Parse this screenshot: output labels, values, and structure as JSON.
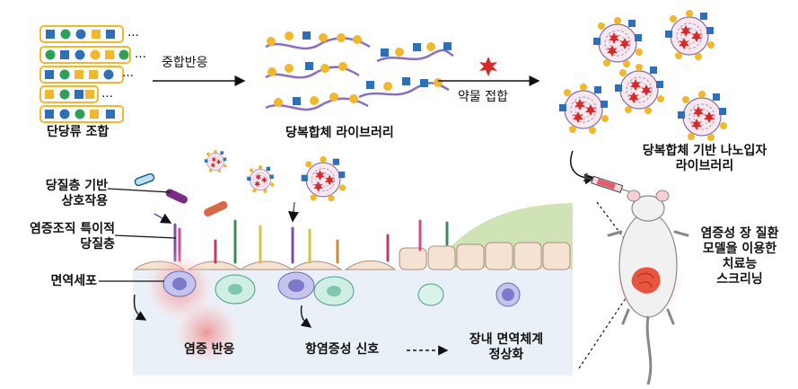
{
  "labels": {
    "monosaccharide": "단당류 조합",
    "polymerization": "중합반응",
    "glycopolymer_library": "당복합체 라이브러리",
    "drug_conjugation": "약물 접합",
    "nanoparticle_library_line1": "당복합체 기반 나노입자",
    "nanoparticle_library_line2": "라이브러리",
    "glycocalyx_interaction_line1": "당질층 기반",
    "glycocalyx_interaction_line2": "상호작용",
    "inflamed_glycocalyx_line1": "염증조직 특이적",
    "inflamed_glycocalyx_line2": "당질층",
    "immune_cell": "면역세포",
    "inflammatory_response": "염증 반응",
    "anti_inflammatory_signal": "항염증성 신호",
    "immune_normalization_line1": "장내 면역체계",
    "immune_normalization_line2": "정상화",
    "screening_line1": "염증성 장 질환",
    "screening_line2": "모델을 이용한",
    "screening_line3": "치료능",
    "screening_line4": "스크리닝"
  },
  "colors": {
    "sugar_blue": "#2f6fb8",
    "sugar_green": "#2fa05a",
    "sugar_yellow": "#f2b72b",
    "polymer_purple": "#8a6fc0",
    "drug_red": "#d42a2a",
    "tissue_blue": "#eaf0f8",
    "inflammation_red": "#e24a4a",
    "green_tissue": "#cfe3b4"
  },
  "icons": [
    "syringe-icon",
    "mouse-icon",
    "bacteria-icon",
    "nanoparticle-icon",
    "drug-star-icon",
    "immune-cell-icon",
    "arrow-icon"
  ]
}
